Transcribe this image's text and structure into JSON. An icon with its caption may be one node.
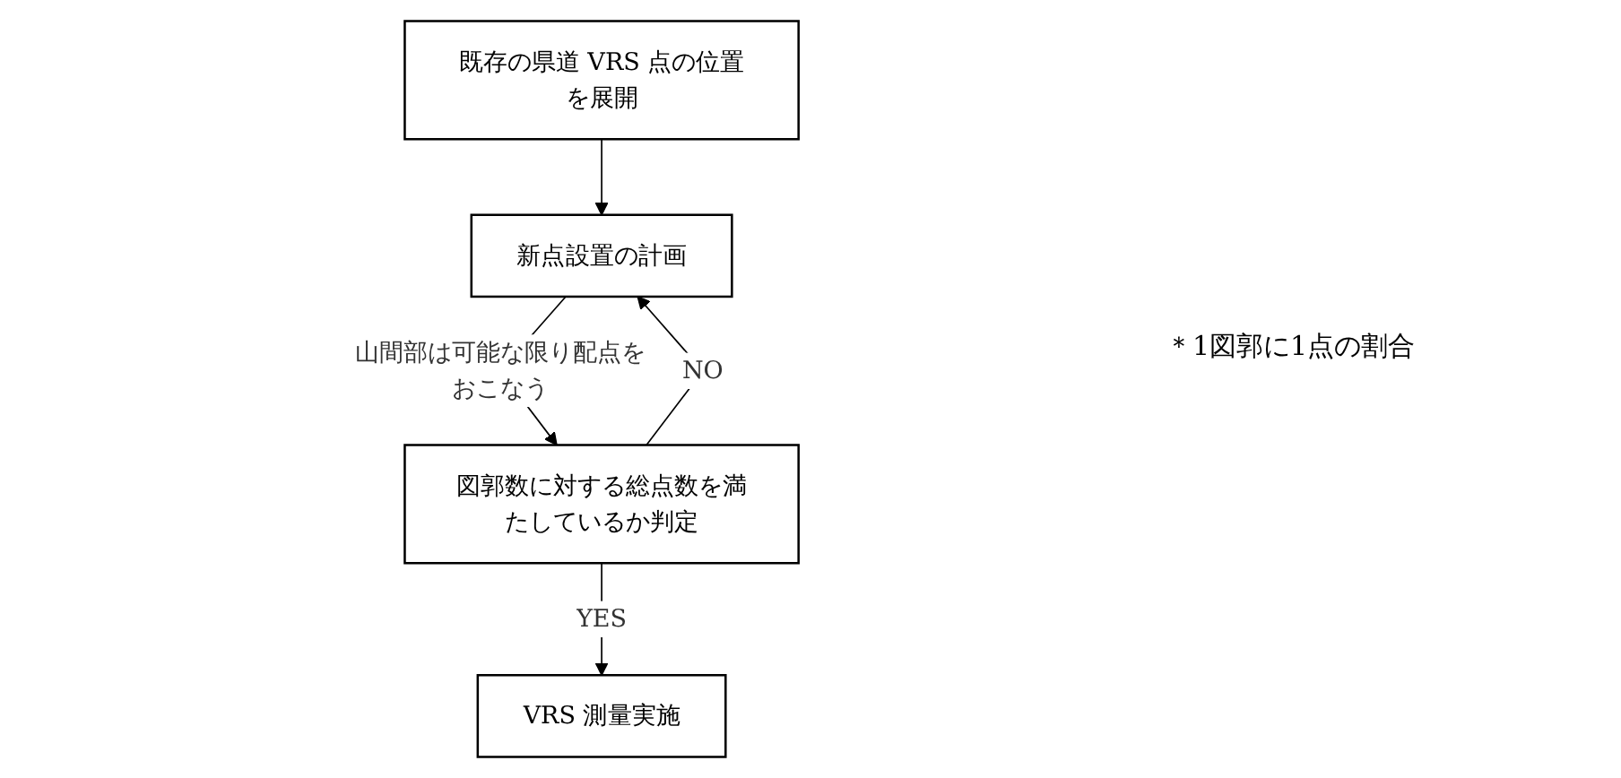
{
  "diagram": {
    "nodes": [
      {
        "text": [
          "既存の県道 VRS 点の位置を展開"
        ]
      },
      {
        "text": [
          "新点設置の計画"
        ]
      },
      {
        "text": [
          "図郭数に対する総点数を満たしているか判定"
        ]
      },
      {
        "text": [
          "VRS 測量実施"
        ]
      }
    ],
    "edges": [
      {
        "from": 0,
        "to": 1,
        "arrow": "to"
      },
      {
        "from": 1,
        "to": 2,
        "arrow": "to",
        "label": "山間部は可能な限り配点をおこなう"
      },
      {
        "from": 2,
        "to": 3,
        "arrow": "to",
        "label": "YES"
      },
      {
        "from": 2,
        "to": 1,
        "arrow": "to",
        "label": "NO"
      }
    ],
    "labels": [
      "＊1図郭に1点の割合"
    ]
  }
}
